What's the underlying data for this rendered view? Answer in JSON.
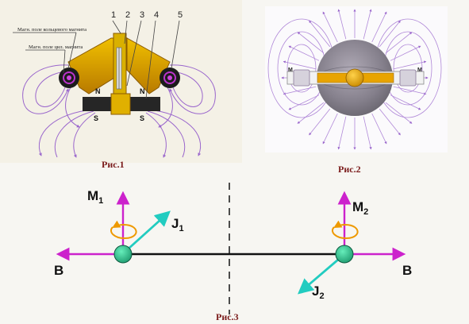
{
  "fig1": {
    "caption": "Рис.1",
    "callout_top": "Магн. поле кольцевого магнита",
    "callout_bottom": "Магн. поле цил. магнита",
    "numbers": [
      "1",
      "2",
      "3",
      "4",
      "5"
    ],
    "pole_n": "N",
    "pole_s": "S"
  },
  "fig2": {
    "caption": "Рис.2",
    "pole_label": "M"
  },
  "fig3": {
    "caption": "Рис.3",
    "m1_main": "M",
    "m1_sub": "1",
    "m2_main": "M",
    "m2_sub": "2",
    "j1_main": "J",
    "j1_sub": "1",
    "j2_main": "J",
    "j2_sub": "2",
    "b_left": "B",
    "b_right": "B"
  },
  "colors": {
    "magenta": "#cc22cc",
    "field_line": "#9a66cc",
    "cyan": "#22ccc0",
    "ball": "#33cc99",
    "orange": "#ee9900",
    "gold": "#d9a200",
    "magnet_dark": "#2a2a2a"
  }
}
